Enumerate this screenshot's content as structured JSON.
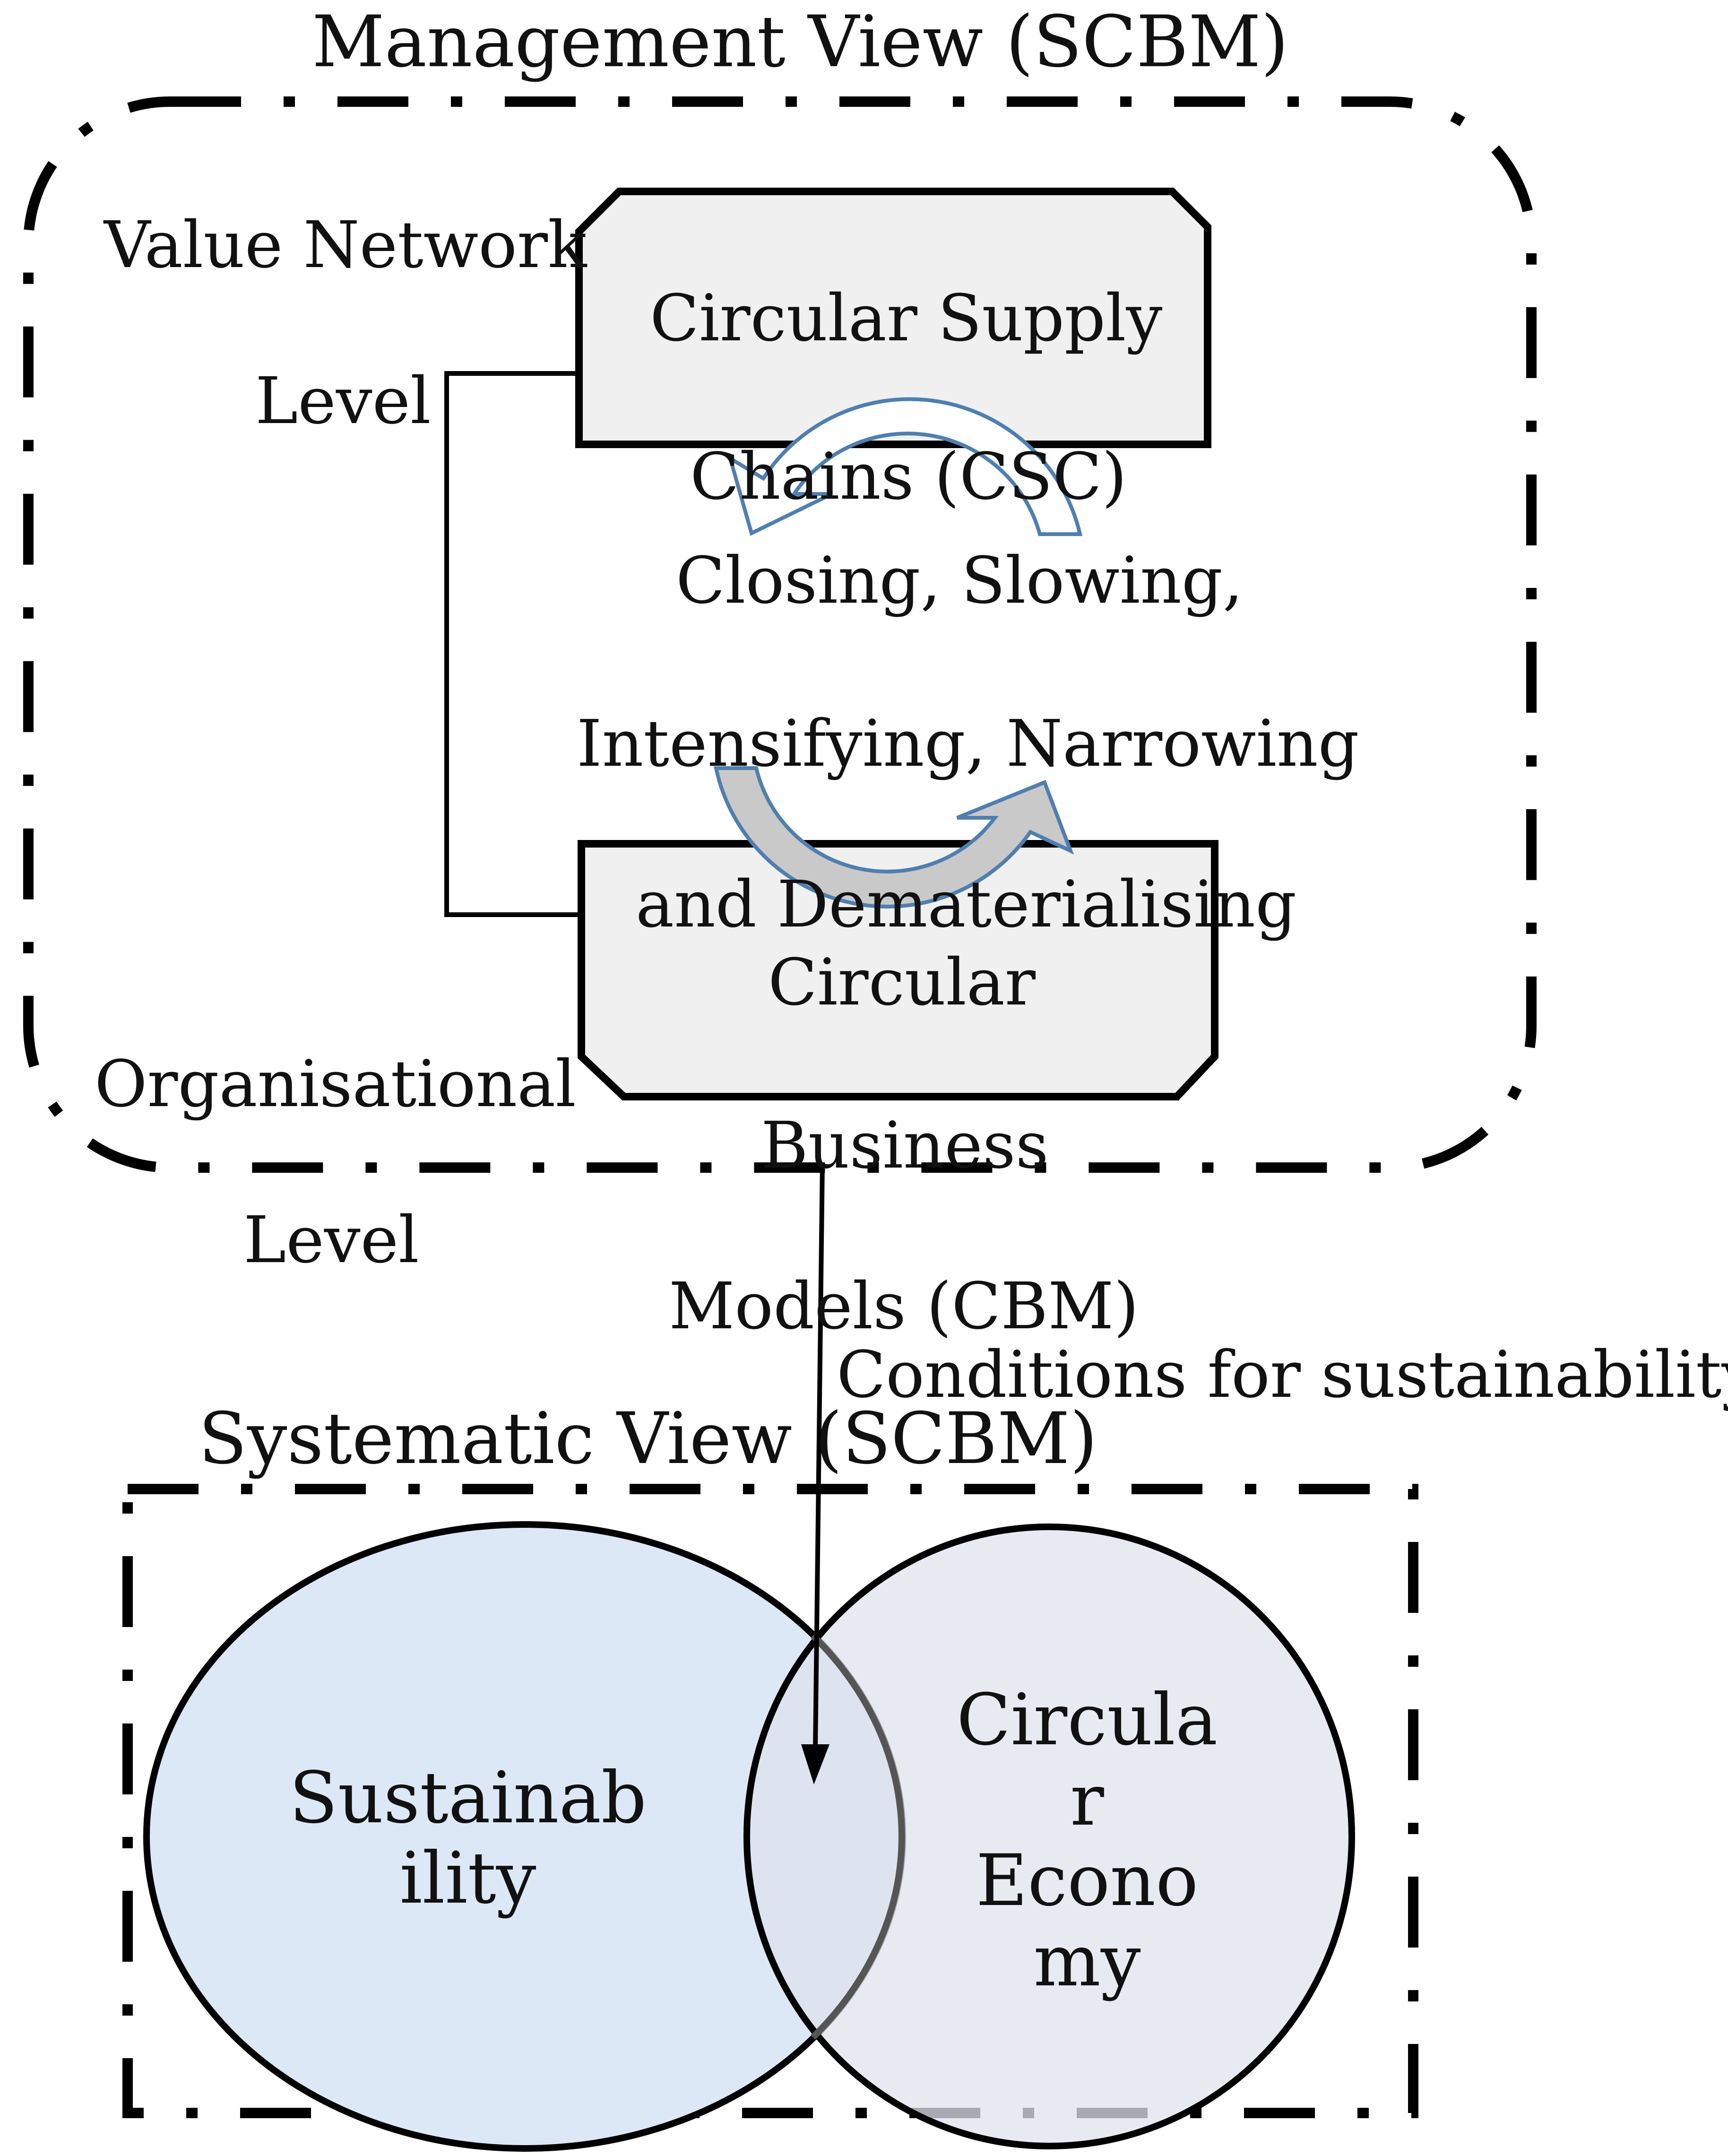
{
  "management_view": {
    "title": "Management View (SCBM)",
    "value_network_level": [
      "Value Network",
      "Level"
    ],
    "organisational_level": [
      "Organisational",
      "Level"
    ],
    "csc_box": [
      "Circular Supply",
      "Chains (CSC)"
    ],
    "strategies": [
      "Closing, Slowing,",
      "Intensifying, Narrowing",
      "and Dematerialising"
    ],
    "cbm_box": [
      "Circular",
      "Business",
      "Models (CBM)"
    ]
  },
  "link_label": "Conditions for sustainability",
  "systematic_view": {
    "title": "Systematic View (SCBM)",
    "sustainability": [
      "Sustainab",
      "ility"
    ],
    "circular_economy": [
      "Circula",
      "r",
      "Econo",
      "my"
    ]
  },
  "colors": {
    "frame": "#000000",
    "box_fill": "#f0f0f0",
    "cycle_arrow_stroke": "#4f7fae",
    "sustainability_fill": "#dce8f5",
    "circular_economy_fill": "#e6e9f0"
  }
}
